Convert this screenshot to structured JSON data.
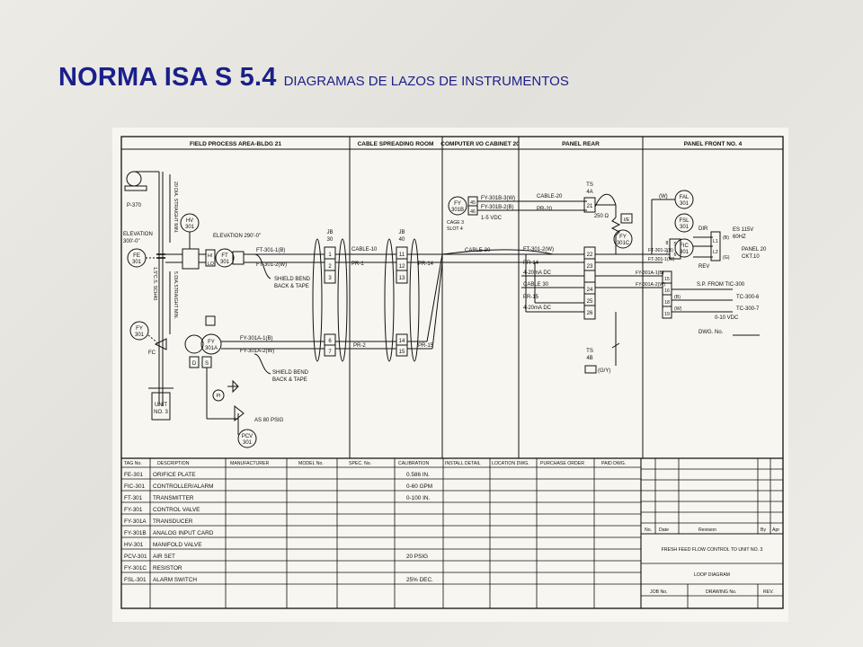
{
  "header": {
    "title": "NORMA ISA S 5.4",
    "subtitle": "DIAGRAMAS DE LAZOS DE INSTRUMENTOS"
  },
  "zones": [
    "FIELD PROCESS AREA-BLDG 21",
    "CABLE SPREADING ROOM",
    "COMPUTER I/O CABINET 20",
    "PANEL REAR",
    "PANEL FRONT NO. 4"
  ],
  "field": {
    "pump": "P-370",
    "elevation_pump": "ELEVATION",
    "elevation_pump_value": "300'-0\"",
    "straight_upstream": "20 DIA. STRAIGHT MIN.",
    "straight_downstream": "5 DIA.STRAIGHT MIN.",
    "pipe_size": "1.5\"C.S. SCH40",
    "fe": [
      "FE",
      "301"
    ],
    "hv": [
      "HV",
      "301"
    ],
    "elevation_tx": "ELEVATION 290'-0\"",
    "ft": [
      "FT",
      "301"
    ],
    "hi": "HI",
    "lo": "LO",
    "ft_cable_1": "FT-301-1(B)",
    "ft_cable_2": "FT-301-2(W)",
    "shield_1": [
      "SHIELD BEND",
      "BACK & TAPE"
    ],
    "fy_valve": [
      "FY",
      "301"
    ],
    "fy_a": [
      "FY",
      "301A"
    ],
    "fc": "FC",
    "d": "D",
    "s": "S",
    "fy_cable_1": "FY-301A-1(B)",
    "fy_cable_2": "FY-301A-2(W)",
    "shield_2": [
      "SHIELD BEND",
      "BACK & TAPE"
    ],
    "pi": "PI",
    "air_set": "AS 80 PSIG",
    "pcv": [
      "PCV",
      "301"
    ],
    "unit": [
      "UNIT",
      "NO. 3"
    ]
  },
  "junction_boxes": {
    "jb30": [
      "JB",
      "30"
    ],
    "jb40": [
      "JB",
      "40"
    ],
    "jb30_terms": [
      "1",
      "2",
      "3",
      "6",
      "7"
    ],
    "jb40_terms": [
      "11",
      "12",
      "13",
      "14",
      "15"
    ],
    "cable_10": "CABLE-10",
    "pr_1": "PR-1",
    "pr_2": "PR-2",
    "pr_14": "PR-14",
    "pr_15": "PR-15"
  },
  "computer": {
    "fy_b": [
      "FY",
      "301B"
    ],
    "card": [
      "CAGE 3",
      "SLOT 4"
    ],
    "terms": [
      "45",
      "46"
    ],
    "cable_1": "FY-301B-3(W)",
    "cable_2": "FY-301B-2(B)",
    "signal": "1-5 VDC",
    "cable_30": "CABLE-30"
  },
  "panel_rear": {
    "ts4a": [
      "TS",
      "4A"
    ],
    "ts4b": [
      "TS",
      "4B"
    ],
    "cable_20": "CABLE-20",
    "pr_20": "PR-20",
    "resistor": "250 Ω",
    "ie": "I/E",
    "fy_c": [
      "FY",
      "301C"
    ],
    "ft_2w": "FT-301-2(W)",
    "pr_14": "PR-14",
    "signal_1": "4-20mA DC",
    "cable_30": "CABLE 30",
    "pr_15": "PR-15",
    "signal_2": "4-20mA DC",
    "terms": [
      "21",
      "22",
      "23",
      "24",
      "25",
      "26"
    ],
    "ground": "(G/Y)"
  },
  "panel_front": {
    "fal": [
      "FAL",
      "301"
    ],
    "fsl": [
      "FSL",
      "301"
    ],
    "fic": [
      "FIC",
      "301"
    ],
    "dir": "DIR",
    "rev": "REV",
    "w": "(W)",
    "b": "(B)",
    "g": "(G)",
    "l1": "L1",
    "l2": "L2",
    "supply": [
      "ES 115V",
      "60HZ"
    ],
    "panel": [
      "PANEL 20",
      "CKT.10"
    ],
    "wires": [
      "FT-301-2(B)",
      "FT-301-1(W)",
      "FY-301A-1(B)",
      "FY-301A-2(W)"
    ],
    "terms": [
      "8",
      "7",
      "5",
      "6",
      "15",
      "16",
      "18",
      "19"
    ],
    "sp_from": "S.P. FROM TIC-300",
    "b1": "(B)",
    "w2": "(W)",
    "tc1": "TC-300-6",
    "tc2": "TC-300-7",
    "range": "0-10 VDC",
    "dwg": "DWG. No."
  },
  "spec_table": {
    "headers": [
      "TAG No.",
      "DESCRIPTION",
      "MANUFACTURER",
      "MODEL No.",
      "SPEC. No.",
      "CALIBRATION",
      "INSTALL DETAIL",
      "LOCATION DWG.",
      "PURCHASE ORDER",
      "PAID DWG."
    ],
    "rows": [
      {
        "tag": "FE-301",
        "desc": "ORIFICE PLATE",
        "cal": "0.586 IN."
      },
      {
        "tag": "FIC-301",
        "desc": "CONTROLLER/ALARM",
        "cal": "0-60 GPM"
      },
      {
        "tag": "FT-301",
        "desc": "TRANSMITTER",
        "cal": "0-100 IN."
      },
      {
        "tag": "FY-301",
        "desc": "CONTROL VALVE",
        "cal": ""
      },
      {
        "tag": "FY-301A",
        "desc": "TRANSDUCER",
        "cal": ""
      },
      {
        "tag": "FY-301B",
        "desc": "ANALOG INPUT CARD",
        "cal": ""
      },
      {
        "tag": "HV-301",
        "desc": "MANIFOLD VALVE",
        "cal": ""
      },
      {
        "tag": "PCV-301",
        "desc": "AIR SET",
        "cal": "20 PSIG"
      },
      {
        "tag": "FY-301C",
        "desc": "RESISTOR",
        "cal": ""
      },
      {
        "tag": "FSL-301",
        "desc": "ALARM SWITCH",
        "cal": "25% DEC."
      }
    ]
  },
  "revision_block": {
    "no": "No.",
    "date": "Date",
    "revision": "Revision",
    "by": "By",
    "apr": "Apr"
  },
  "title_block": {
    "title": "FRESH FEED FLOW CONTROL TO UNIT NO. 3",
    "type": "LOOP DIAGRAM",
    "job": "JOB No.",
    "drawing": "DRAWING No.",
    "rev": "REV."
  }
}
